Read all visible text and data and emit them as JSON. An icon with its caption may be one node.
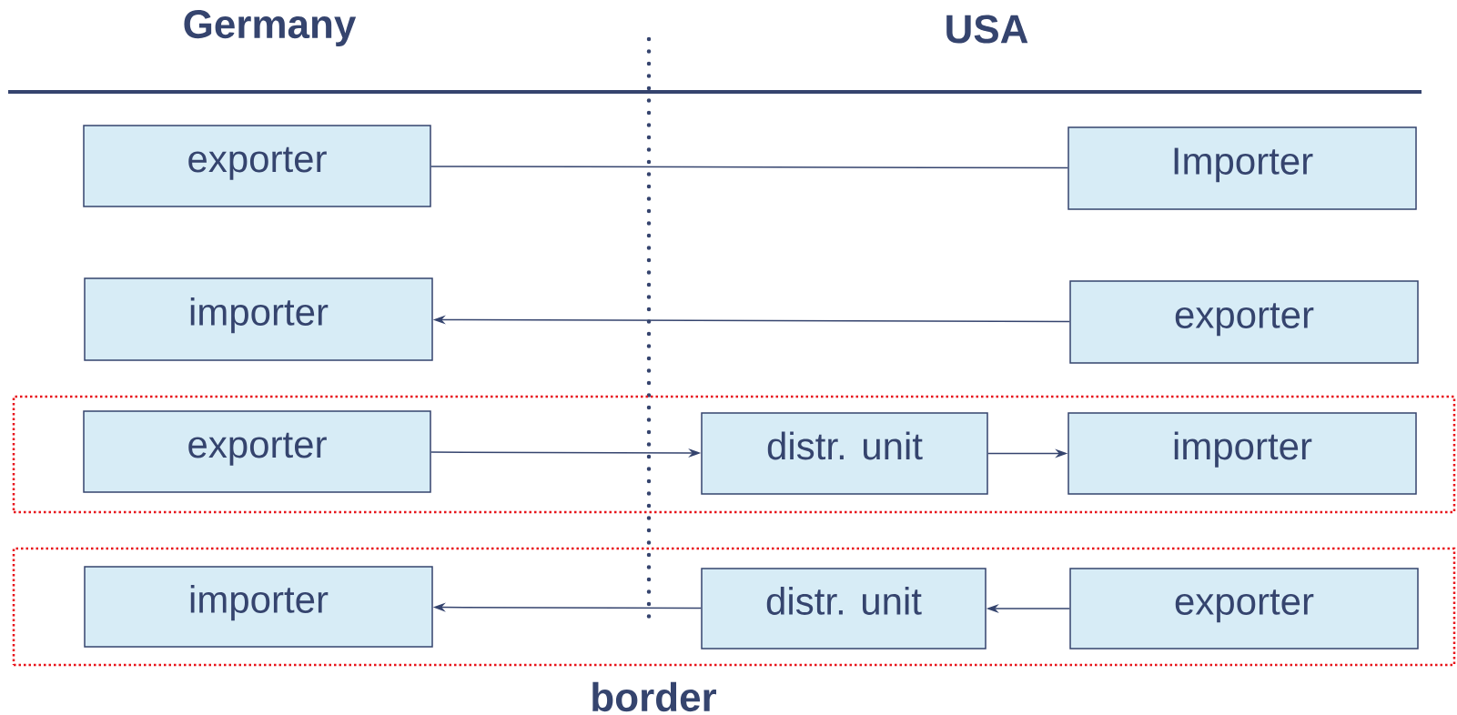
{
  "diagram": {
    "nodes": [
      {
        "text": [
          "exporter"
        ]
      },
      {
        "text": [
          "Importer"
        ]
      },
      {
        "text": [
          "importer"
        ]
      },
      {
        "text": [
          "exporter"
        ]
      },
      {
        "text": [],
        "shape": "box"
      },
      {
        "text": [
          "exporter"
        ],
        "in": 4
      },
      {
        "text": [
          "distr. unit"
        ],
        "in": 4
      },
      {
        "text": [
          "importer"
        ],
        "in": 4
      },
      {
        "text": [],
        "shape": "box"
      },
      {
        "text": [
          "importer"
        ],
        "in": 8
      },
      {
        "text": [
          "distr. unit"
        ],
        "in": 8
      },
      {
        "text": [
          "exporter"
        ],
        "in": 8
      }
    ],
    "edges": [
      {
        "from": 0,
        "to": 1,
        "arrow": "none"
      },
      {
        "from": 3,
        "to": 2,
        "arrow": "to"
      },
      {
        "from": 5,
        "to": 6,
        "arrow": "to"
      },
      {
        "from": 6,
        "to": 7,
        "arrow": "to"
      },
      {
        "from": 10,
        "to": 9,
        "arrow": "to"
      },
      {
        "from": 11,
        "to": 10,
        "arrow": "to"
      }
    ],
    "labels": [
      "Germany",
      "USA",
      "border"
    ]
  }
}
